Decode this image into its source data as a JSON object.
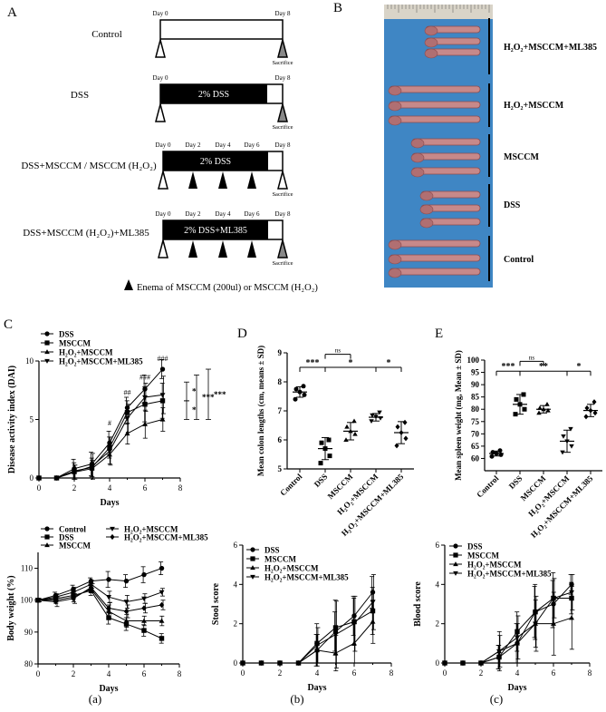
{
  "panel_a": {
    "letter": "A",
    "rows": [
      {
        "label": "Control",
        "days": [
          "Day 0",
          "Day 8"
        ],
        "bar_text": "",
        "sacrifice": "Sacrifice",
        "enema_days": []
      },
      {
        "label": "DSS",
        "days": [
          "Day 0",
          "Day 8"
        ],
        "bar_text": "2% DSS",
        "sacrifice": "Sacrifice",
        "enema_days": []
      },
      {
        "label": "DSS+MSCCM / MSCCM (H₂O₂)",
        "days": [
          "Day 0",
          "Day 2",
          "Day 4",
          "Day 6",
          "Day 8"
        ],
        "bar_text": "2% DSS",
        "sacrifice": "Sacrifice",
        "enema_days": [
          2,
          4,
          6
        ]
      },
      {
        "label": "DSS+MSCCM (H₂O₂)+ML385",
        "days": [
          "Day 0",
          "Day 2",
          "Day 4",
          "Day 6",
          "Day 8"
        ],
        "bar_text": "2% DSS+ML385",
        "sacrifice": "Sacrifice",
        "enema_days": [
          2,
          4,
          6
        ]
      }
    ],
    "legend": "Enema of MSCCM (200ul) or MSCCM (H₂O₂)"
  },
  "panel_b": {
    "letter": "B",
    "labels": [
      "H₂O₂+MSCCM+ML385",
      "H₂O₂+MSCCM",
      "MSCCM",
      "DSS",
      "Control"
    ],
    "colors": {
      "background": "#3f86c4",
      "tissue": "#c7898a",
      "ruler": "#d9d4c8"
    }
  },
  "chart_data": [
    {
      "id": "C",
      "letter": "C",
      "type": "line",
      "ylabel": "Disease activity index (DAI)",
      "xlabel": "Days",
      "xlim": [
        0,
        8
      ],
      "ylim": [
        0,
        10
      ],
      "xticks": [
        0,
        2,
        4,
        6,
        8
      ],
      "yticks": [
        0,
        5,
        10
      ],
      "x": [
        0,
        1,
        2,
        3,
        4,
        5,
        6,
        7
      ],
      "series": [
        {
          "name": "DSS",
          "marker": "circle",
          "values": [
            0,
            0,
            0.8,
            1.2,
            3.0,
            6.0,
            7.6,
            9.3
          ],
          "err": [
            0,
            0,
            0.8,
            1.0,
            1.0,
            0.9,
            1.2,
            0.8
          ]
        },
        {
          "name": "MSCCM",
          "marker": "square",
          "values": [
            0,
            0,
            0.6,
            0.9,
            2.6,
            5.6,
            6.3,
            6.6
          ],
          "err": [
            0,
            0,
            0.7,
            0.8,
            0.9,
            1.0,
            1.5,
            1.5
          ]
        },
        {
          "name": "H₂O₂+MSCCM",
          "marker": "triangle-up",
          "values": [
            0,
            0,
            0.5,
            0.8,
            2.0,
            3.8,
            4.6,
            5.0
          ],
          "err": [
            0,
            0,
            0.6,
            0.7,
            0.8,
            0.9,
            1.2,
            1.0
          ]
        },
        {
          "name": "H₂O₂+MSCCM+ML385",
          "marker": "triangle-down",
          "values": [
            0,
            0,
            0.5,
            1.0,
            2.3,
            5.1,
            6.9,
            7.1
          ],
          "err": [
            0,
            0,
            0.6,
            1.1,
            1.2,
            1.2,
            1.2,
            1.6
          ]
        }
      ],
      "annotations": [
        {
          "text": "#",
          "x": 4,
          "y": 4.5
        },
        {
          "text": "##",
          "x": 5,
          "y": 7.1
        },
        {
          "text": "###",
          "x": 6,
          "y": 8.4
        },
        {
          "text": "###",
          "x": 7,
          "y": 10.0
        }
      ],
      "brackets": [
        {
          "text": "*",
          "y_from": 8.2,
          "y_to": 6.6
        },
        {
          "text": "*",
          "y_from": 6.6,
          "y_to": 5.0
        },
        {
          "text": "***",
          "y_from": 8.8,
          "y_to": 5.0
        },
        {
          "text": "***",
          "y_from": 9.3,
          "y_to": 5.0
        }
      ]
    },
    {
      "id": "D",
      "letter": "D",
      "type": "scatter",
      "ylabel": "Mean colon lengths (cm, means ± SD)",
      "ylim": [
        5,
        9
      ],
      "yticks": [
        5,
        6,
        7,
        8,
        9
      ],
      "categories": [
        "Control",
        "DSS",
        "MSCCM",
        "H₂O₂+MSCCM",
        "H₂O₂+MSCCM+ML385"
      ],
      "means": [
        7.65,
        5.7,
        6.3,
        6.78,
        6.25
      ],
      "sd": [
        0.18,
        0.38,
        0.3,
        0.13,
        0.38
      ],
      "points": [
        [
          7.4,
          7.55,
          7.65,
          7.75,
          7.85
        ],
        [
          5.2,
          5.45,
          5.7,
          5.9,
          6.0
        ],
        [
          6.0,
          6.2,
          6.3,
          6.45,
          6.65
        ],
        [
          6.65,
          6.75,
          6.8,
          6.85,
          6.95
        ],
        [
          5.8,
          6.05,
          6.25,
          6.45,
          6.6
        ]
      ],
      "markers": [
        "circle",
        "square",
        "triangle-up",
        "triangle-down",
        "diamond"
      ],
      "sig": [
        {
          "text": "***",
          "from": 0,
          "to": 1,
          "y": 8.5
        },
        {
          "text": "ns",
          "from": 1,
          "to": 2,
          "y": 8.95
        },
        {
          "text": "*",
          "from": 1,
          "to": 3,
          "y": 8.5
        },
        {
          "text": "*",
          "from": 3,
          "to": 4,
          "y": 8.5
        }
      ]
    },
    {
      "id": "E",
      "letter": "E",
      "type": "scatter",
      "ylabel": "Mean spleen weight (mg, Mean ± SD)",
      "ylim": [
        55,
        100
      ],
      "yticks": [
        60,
        65,
        70,
        75,
        80,
        85,
        90,
        95,
        100
      ],
      "categories": [
        "Control",
        "DSS",
        "MSCCM",
        "H₂O₂+MSCCM",
        "H₂O₂+MSCCM+ML385"
      ],
      "means": [
        62.0,
        82.0,
        80.0,
        67.0,
        79.5
      ],
      "sd": [
        1.0,
        4.0,
        1.5,
        4.5,
        2.5
      ],
      "points": [
        [
          60.8,
          61.5,
          62.0,
          62.5,
          63.2
        ],
        [
          78.0,
          80.0,
          82.0,
          84.0,
          86.0
        ],
        [
          78.5,
          79.5,
          80.0,
          80.5,
          82.0
        ],
        [
          62.5,
          65.0,
          67.0,
          69.0,
          72.0
        ],
        [
          77.0,
          78.5,
          79.5,
          80.5,
          83.0
        ]
      ],
      "markers": [
        "circle",
        "square",
        "triangle-up",
        "triangle-down",
        "diamond"
      ],
      "sig": [
        {
          "text": "***",
          "from": 0,
          "to": 1,
          "y": 95.5
        },
        {
          "text": "ns",
          "from": 1,
          "to": 2,
          "y": 99.5
        },
        {
          "text": "**",
          "from": 1,
          "to": 3,
          "y": 95.5
        },
        {
          "text": "*",
          "from": 3,
          "to": 4,
          "y": 95.5
        }
      ]
    },
    {
      "id": "a",
      "letter": "(a)",
      "type": "line",
      "ylabel": "Body weight (%)",
      "xlabel": "Days",
      "xlim": [
        0,
        8
      ],
      "ylim": [
        80,
        115
      ],
      "xticks": [
        0,
        2,
        4,
        6,
        8
      ],
      "yticks": [
        80,
        90,
        100,
        110
      ],
      "x": [
        0,
        1,
        2,
        3,
        4,
        5,
        6,
        7
      ],
      "series": [
        {
          "name": "Control",
          "marker": "circle",
          "values": [
            100,
            101.5,
            103.5,
            106,
            106.5,
            106,
            108,
            110
          ],
          "err": [
            0.5,
            1.0,
            1.2,
            1.0,
            2.5,
            2.0,
            2.5,
            2.0
          ]
        },
        {
          "name": "DSS",
          "marker": "square",
          "values": [
            100,
            100.5,
            101.5,
            103,
            94.5,
            92.5,
            90.5,
            88
          ],
          "err": [
            0.5,
            1.0,
            1.2,
            1.5,
            2.0,
            2.0,
            1.8,
            1.5
          ]
        },
        {
          "name": "MSCCM",
          "marker": "triangle-up",
          "values": [
            100,
            100,
            101,
            103.5,
            96.5,
            93.5,
            93.5,
            93.5
          ],
          "err": [
            0.5,
            1.0,
            1.5,
            1.2,
            2.0,
            2.0,
            1.5,
            1.5
          ]
        },
        {
          "name": "H₂O₂+MSCCM",
          "marker": "triangle-down",
          "values": [
            100,
            101,
            102.5,
            105,
            101,
            99.5,
            100.5,
            102.5
          ],
          "err": [
            0.5,
            1.0,
            1.5,
            1.2,
            1.8,
            2.0,
            1.5,
            1.2
          ]
        },
        {
          "name": "H₂O₂+MSCCM+ML385",
          "marker": "diamond",
          "values": [
            100,
            99.5,
            100.5,
            104,
            97.5,
            96.5,
            97.5,
            98.5
          ],
          "err": [
            0.5,
            1.5,
            1.5,
            1.2,
            1.8,
            2.0,
            1.5,
            1.5
          ]
        }
      ]
    },
    {
      "id": "b",
      "letter": "(b)",
      "type": "line",
      "ylabel": "Stool score",
      "xlabel": "Days",
      "xlim": [
        0,
        8
      ],
      "ylim": [
        0,
        6
      ],
      "xticks": [
        0,
        2,
        4,
        6,
        8
      ],
      "yticks": [
        0,
        2,
        4,
        6
      ],
      "x": [
        0,
        1,
        2,
        3,
        4,
        5,
        6,
        7
      ],
      "series": [
        {
          "name": "DSS",
          "marker": "circle",
          "values": [
            0,
            0,
            0,
            0,
            0.65,
            1.6,
            2.4,
            3.6
          ],
          "err": [
            0,
            0,
            0,
            0,
            0.8,
            1.0,
            1.0,
            0.8
          ]
        },
        {
          "name": "MSCCM",
          "marker": "square",
          "values": [
            0,
            0,
            0,
            0,
            1.0,
            1.8,
            2.1,
            2.65
          ],
          "err": [
            0,
            0,
            0,
            0,
            1.0,
            1.4,
            1.2,
            1.2
          ]
        },
        {
          "name": "H₂O₂+MSCCM",
          "marker": "triangle-up",
          "values": [
            0,
            0,
            0,
            0,
            0.65,
            0.5,
            1.0,
            2.1
          ],
          "err": [
            0,
            0,
            0,
            0,
            0.8,
            0.9,
            1.0,
            1.1
          ]
        },
        {
          "name": "H₂O₂+MSCCM+ML385",
          "marker": "triangle-down",
          "values": [
            0,
            0,
            0,
            0,
            0.9,
            1.45,
            2.0,
            3.1
          ],
          "err": [
            0,
            0,
            0,
            0,
            0.9,
            1.7,
            1.4,
            1.4
          ]
        }
      ]
    },
    {
      "id": "c",
      "letter": "(c)",
      "type": "line",
      "ylabel": "Blood score",
      "xlabel": "Days",
      "xlim": [
        0,
        8
      ],
      "ylim": [
        0,
        6
      ],
      "xticks": [
        0,
        2,
        4,
        6,
        8
      ],
      "yticks": [
        0,
        2,
        4,
        6
      ],
      "x": [
        0,
        1,
        2,
        3,
        4,
        5,
        6,
        7
      ],
      "series": [
        {
          "name": "DSS",
          "marker": "circle",
          "values": [
            0,
            0,
            0,
            0.3,
            1.0,
            2.6,
            3.0,
            4.0
          ],
          "err": [
            0,
            0,
            0,
            0.6,
            1.0,
            1.3,
            1.2,
            0.5
          ]
        },
        {
          "name": "MSCCM",
          "marker": "square",
          "values": [
            0,
            0,
            0,
            0.3,
            1.6,
            2.6,
            3.3,
            3.3
          ],
          "err": [
            0,
            0,
            0,
            0.6,
            1.0,
            1.4,
            1.3,
            0.8
          ]
        },
        {
          "name": "H₂O₂+MSCCM",
          "marker": "triangle-up",
          "values": [
            0,
            0,
            0,
            0.6,
            1.0,
            2.0,
            2.0,
            2.3
          ],
          "err": [
            0,
            0,
            0,
            1.0,
            1.0,
            1.2,
            1.6,
            1.6
          ]
        },
        {
          "name": "H₂O₂+MSCCM+ML385",
          "marker": "triangle-down",
          "values": [
            0,
            0,
            0,
            0.6,
            1.3,
            2.0,
            3.3,
            3.6
          ],
          "err": [
            0,
            0,
            0,
            0.8,
            1.1,
            1.4,
            1.0,
            0.9
          ]
        }
      ]
    }
  ]
}
